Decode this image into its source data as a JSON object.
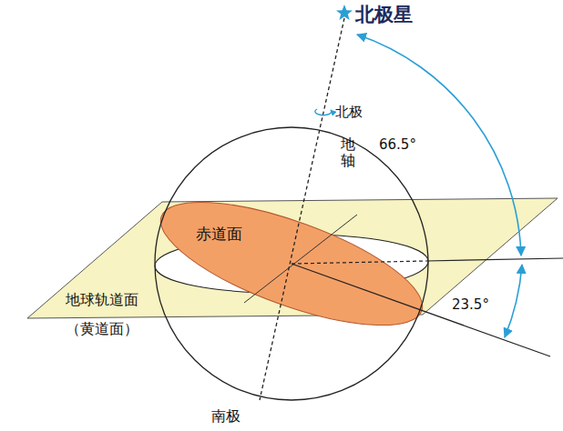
{
  "diagram": {
    "nodes": [
      {
        "text": [
          "赤道面"
        ]
      },
      {
        "text": [
          "地球轨道面 （黄道面）"
        ]
      }
    ],
    "labels": [
      "北极星",
      "北极",
      "66.5°",
      "地轴",
      "23.5°",
      "南极"
    ]
  }
}
